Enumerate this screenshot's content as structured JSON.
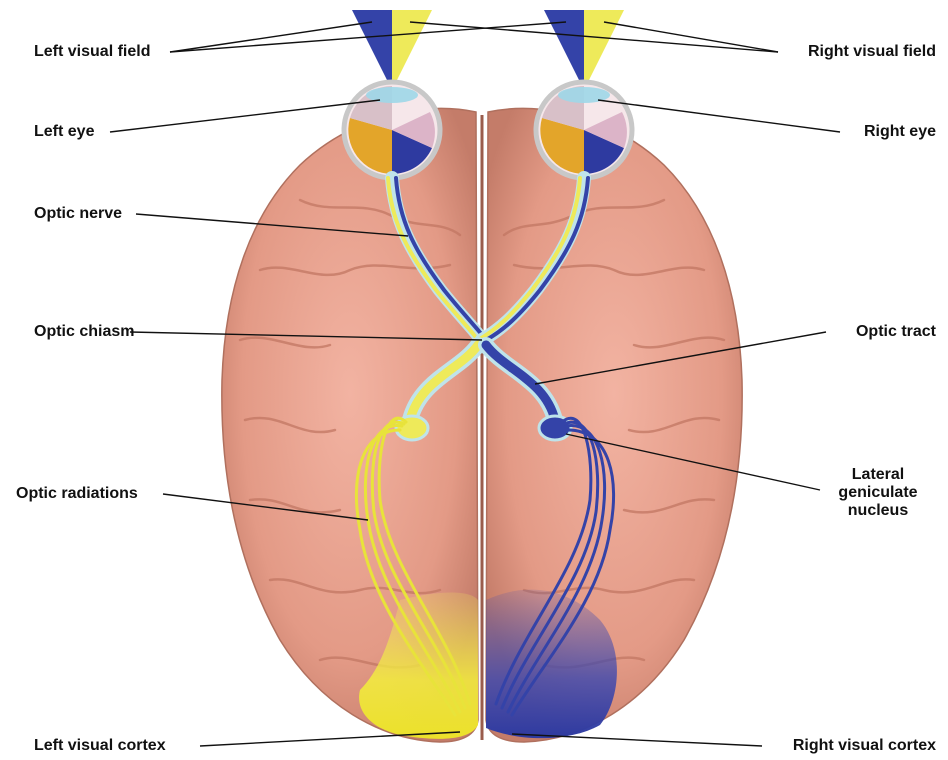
{
  "labels": {
    "left_visual_field": "Left visual field",
    "right_visual_field": "Right visual field",
    "left_eye": "Left eye",
    "right_eye": "Right eye",
    "optic_nerve": "Optic nerve",
    "optic_chiasm": "Optic chiasm",
    "optic_tract": "Optic tract",
    "lateral_geniculate_nucleus": [
      "Lateral",
      "geniculate",
      "nucleus"
    ],
    "optic_radiations": "Optic radiations",
    "left_visual_cortex": "Left visual cortex",
    "right_visual_cortex": "Right visual cortex"
  },
  "colors": {
    "left_field": "#e8e84a",
    "right_field": "#3443a8",
    "brain": "#e9a08e",
    "brain_dark": "#c97a68",
    "leader": "#111111"
  }
}
